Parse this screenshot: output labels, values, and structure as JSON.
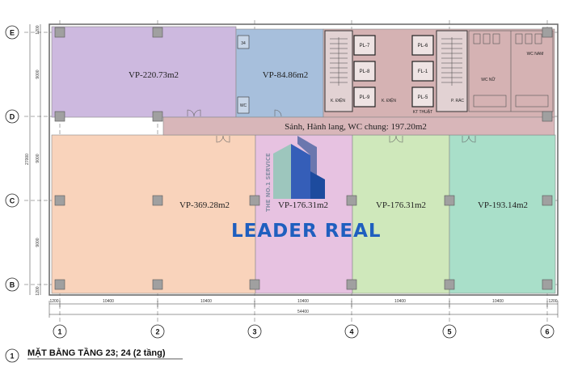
{
  "rooms": {
    "vp_220": "VP-220.73m2",
    "vp_84": "VP-84.86m2",
    "vp_369": "VP-369.28m2",
    "vp_176a": "VP-176.31m2",
    "vp_176b": "VP-176.31m2",
    "vp_193": "VP-193.14m2",
    "hallway": "Sảnh, Hành lang, WC chung: 197.20m2"
  },
  "core_labels": {
    "pl7": "PL-7",
    "pl8": "PL-8",
    "pl9": "PL-9",
    "pl6": "PL-6",
    "fl1": "FL-1",
    "pl5": "PL-5",
    "k_dien_1": "K. ĐIỆN",
    "k_dien_2": "K. ĐIỆN",
    "kt_thuat": "KT THUẬT",
    "p_rac": "P. RÁC",
    "wc_nu": "WC NỮ",
    "wc_nam": "WC NAM",
    "s34": "34",
    "wc_small": "WC"
  },
  "grid_rows": [
    "E",
    "D",
    "C",
    "B"
  ],
  "grid_cols": [
    "1",
    "2",
    "3",
    "4",
    "5",
    "6"
  ],
  "dims_bottom": [
    "1200",
    "10400",
    "10400",
    "10400",
    "10400",
    "10400",
    "1200"
  ],
  "dims_total": "54400",
  "dims_left": [
    "1200",
    "9000",
    "9000",
    "9000",
    "1200"
  ],
  "dims_left_total": "27000",
  "brand": {
    "name": "LEADER REAL",
    "tagline": "THE NO.1 SERVICE"
  },
  "title": {
    "number": "1",
    "text": "MẶT BẰNG TẦNG 23; 24 (2 tầng)"
  },
  "colors": {
    "purple": "#cdb9df",
    "blue": "#a7bfdc",
    "peach": "#f9d3bb",
    "pink": "#e7c2e1",
    "green": "#cfe8bb",
    "teal": "#a9dfc9",
    "hall": "#d8b6b9",
    "core": "#d5b2b3"
  }
}
